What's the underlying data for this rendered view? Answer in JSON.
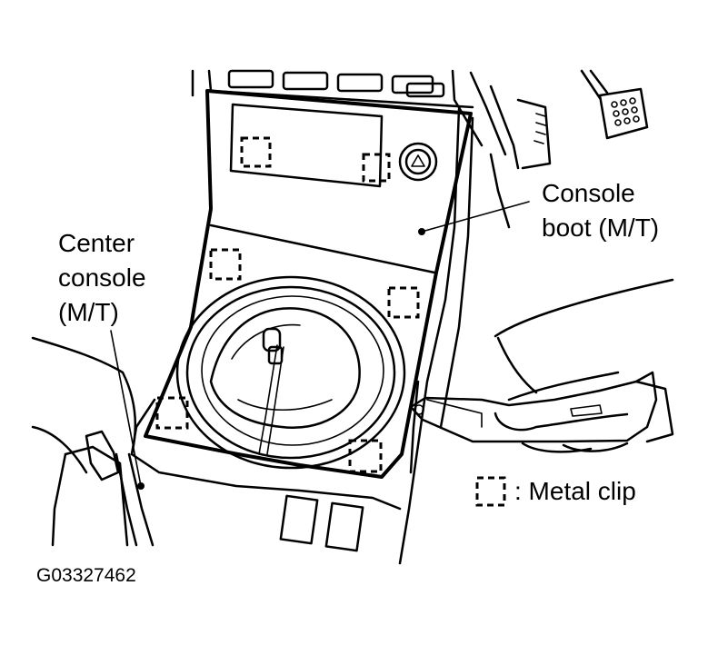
{
  "labels": {
    "console_boot_line1": "Console",
    "console_boot_line2": "boot (M/T)",
    "center_console_line1": "Center",
    "center_console_line2": "console",
    "center_console_line3": "(M/T)",
    "legend_text": ": Metal clip",
    "figure_code": "G03327462"
  }
}
